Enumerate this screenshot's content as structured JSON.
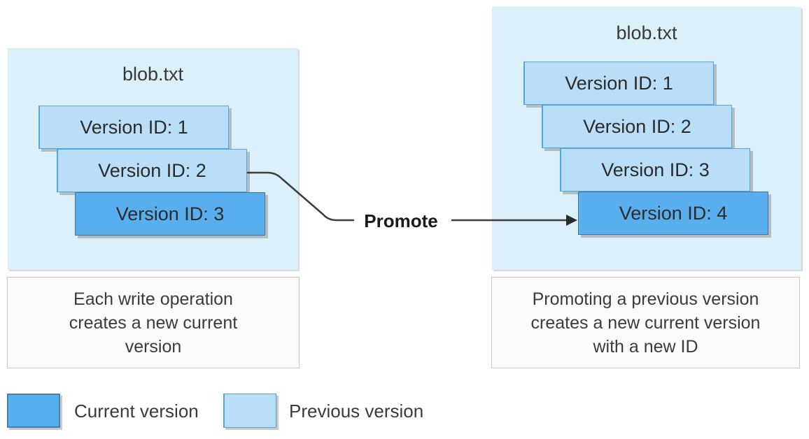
{
  "left_group": {
    "title": "blob.txt",
    "versions": [
      {
        "label": "Version ID: 1",
        "state": "previous"
      },
      {
        "label": "Version ID: 2",
        "state": "previous"
      },
      {
        "label": "Version ID: 3",
        "state": "current"
      }
    ],
    "caption_lines": [
      "Each write operation",
      "creates a new current",
      "version"
    ]
  },
  "right_group": {
    "title": "blob.txt",
    "versions": [
      {
        "label": "Version ID: 1",
        "state": "previous"
      },
      {
        "label": "Version ID: 2",
        "state": "previous"
      },
      {
        "label": "Version ID: 3",
        "state": "previous"
      },
      {
        "label": "Version ID: 4",
        "state": "current"
      }
    ],
    "caption_lines": [
      "Promoting a previous version",
      "creates a new current version",
      "with a new ID"
    ]
  },
  "promote_label": "Promote",
  "legend": {
    "current_label": "Current version",
    "previous_label": "Previous version"
  },
  "colors": {
    "panel_background": "#dcf0fa",
    "previous_version_fill": "#bbdef8",
    "previous_version_border": "#4fa5e5",
    "current_version_fill": "#59afed",
    "current_version_border": "#41719c",
    "connector": "#3d3d3d"
  }
}
